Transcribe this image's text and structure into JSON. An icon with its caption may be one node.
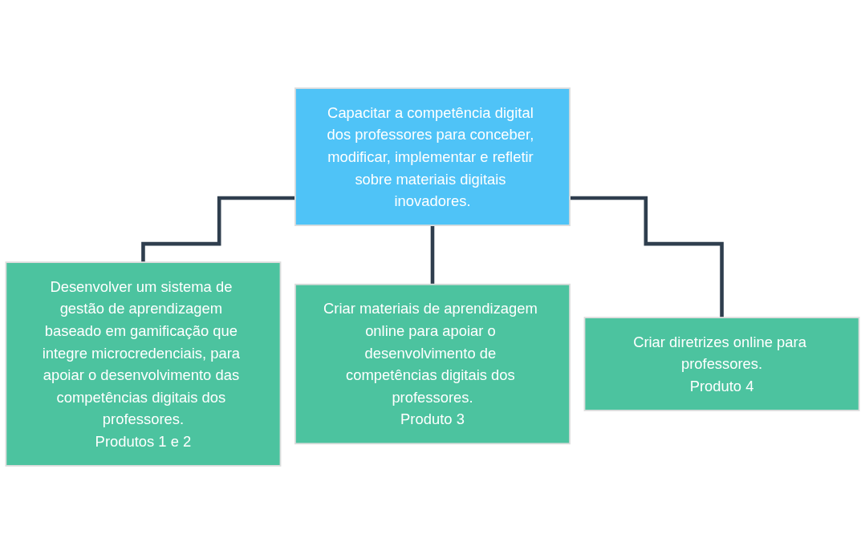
{
  "diagram": {
    "nodes": [
      {
        "text": [
          "Capacitar a competência digital dos professores para conceber, modificar, implementar e refletir sobre materiais digitais inovadores."
        ]
      },
      {
        "text": [
          "Desenvolver um sistema de gestão de aprendizagem baseado em gamificação que integre microcredenciais, para apoiar o desenvolvimento das competências digitais dos professores.",
          "Produtos 1 e 2"
        ]
      },
      {
        "text": [
          "Criar materiais de aprendizagem online para apoiar o desenvolvimento de competências digitais dos professores.",
          "Produto 3"
        ]
      },
      {
        "text": [
          "Criar diretrizes online para professores.",
          "Produto 4"
        ]
      }
    ],
    "edges": [
      {
        "from": 0,
        "to": 1,
        "arrow": "none"
      },
      {
        "from": 0,
        "to": 2,
        "arrow": "none"
      },
      {
        "from": 0,
        "to": 3,
        "arrow": "none"
      }
    ]
  }
}
